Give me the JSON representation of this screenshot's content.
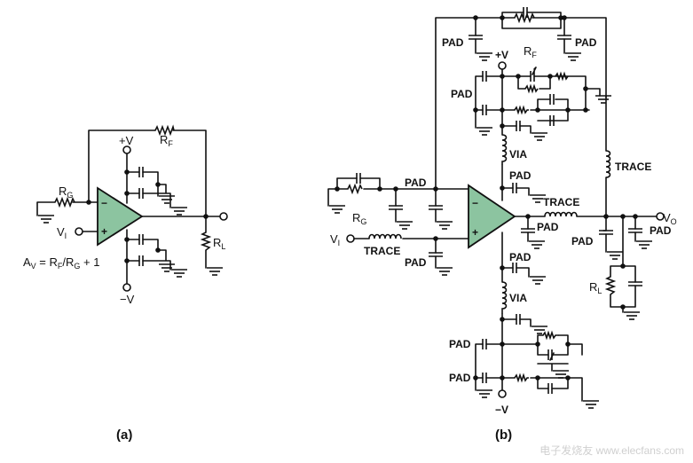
{
  "circuit_a": {
    "caption": "(a)",
    "resistor_rg": "R",
    "resistor_rg_sub": "G",
    "resistor_rf": "R",
    "resistor_rf_sub": "F",
    "resistor_rl": "R",
    "resistor_rl_sub": "L",
    "supply_pos": "+V",
    "supply_neg": "−V",
    "input": "V",
    "input_sub": "I",
    "inverting_sign": "−",
    "noninverting_sign": "+",
    "gain_eq_lhs": "A",
    "gain_eq_lhs_sub": "V",
    "gain_eq_rhs_1": " = R",
    "gain_eq_rhs_1_sub": "F",
    "gain_eq_rhs_2": "/R",
    "gain_eq_rhs_2_sub": "G",
    "gain_eq_rhs_3": " + 1"
  },
  "circuit_b": {
    "caption": "(b)",
    "pad_label": "PAD",
    "trace_label": "TRACE",
    "via_label": "VIA",
    "resistor_rg": "R",
    "resistor_rg_sub": "G",
    "resistor_rf": "R",
    "resistor_rf_sub": "F",
    "resistor_rl": "R",
    "resistor_rl_sub": "L",
    "supply_pos": "+V",
    "supply_neg": "−V",
    "input": "V",
    "input_sub": "I",
    "output": "V",
    "output_sub": "O",
    "inverting_sign": "−",
    "noninverting_sign": "+"
  },
  "colors": {
    "opamp_fill": "#8cc4a0",
    "ink": "#111111"
  },
  "watermark": "电子发烧友 www.elecfans.com"
}
